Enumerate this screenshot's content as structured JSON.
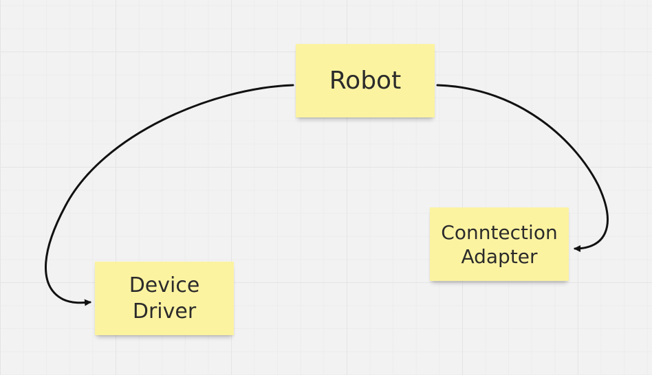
{
  "diagram": {
    "nodes": [
      {
        "id": "robot",
        "label": "Robot",
        "color": "#fcf3a1"
      },
      {
        "id": "connection_adapter",
        "label": "Conntection Adapter",
        "color": "#fcf3a1"
      },
      {
        "id": "device_driver",
        "label": "Device Driver",
        "color": "#fcf3a1"
      }
    ],
    "edges": [
      {
        "from": "robot",
        "to": "device_driver",
        "arrow": "end"
      },
      {
        "from": "robot",
        "to": "connection_adapter",
        "arrow": "end"
      }
    ],
    "edge_color": "#111111",
    "background_color": "#f2f2f2"
  }
}
